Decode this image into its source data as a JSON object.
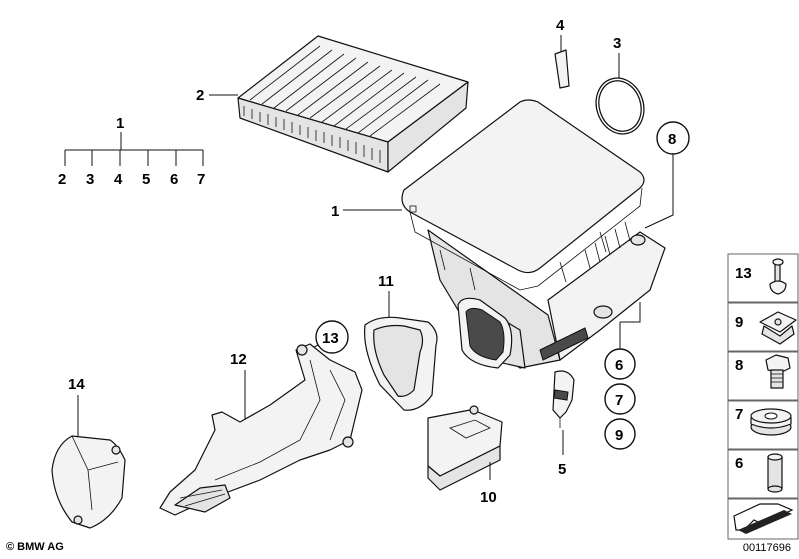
{
  "labels": {
    "l1_tree": "1",
    "tree_children": [
      "2",
      "3",
      "4",
      "5",
      "6",
      "7"
    ],
    "l2": "2",
    "l3": "3",
    "l4": "4",
    "l8": "8",
    "l1_main": "1",
    "l11": "11",
    "l12": "12",
    "l13": "13",
    "l14": "14",
    "l5": "5",
    "l10": "10",
    "l6": "6",
    "l7": "7",
    "l9": "9"
  },
  "side_panel": [
    "13",
    "9",
    "8",
    "7",
    "6"
  ],
  "footer": {
    "copyright": "© BMW AG",
    "diagram_number": "00117696"
  }
}
